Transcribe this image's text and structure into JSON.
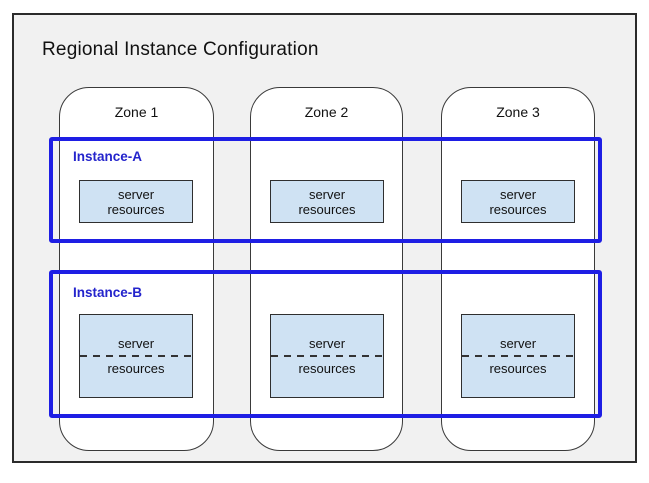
{
  "title": "Regional Instance Configuration",
  "zones": [
    {
      "label": "Zone 1"
    },
    {
      "label": "Zone 2"
    },
    {
      "label": "Zone 3"
    }
  ],
  "instances": [
    {
      "label": "Instance-A"
    },
    {
      "label": "Instance-B"
    }
  ],
  "server_box": {
    "line1": "server",
    "line2": "resources"
  },
  "colors": {
    "frame_bg": "#f1f1f1",
    "frame_border": "#2b2b2b",
    "zone_fill": "#ffffff",
    "zone_border": "#3a3a3a",
    "instance_blue": "#1e1ee4",
    "instance_label_blue": "#2424cc",
    "server_box_fill": "#cfe2f3",
    "server_box_border": "#2f2f2f",
    "divider_dark": "#333333",
    "text_dark": "#111111"
  }
}
